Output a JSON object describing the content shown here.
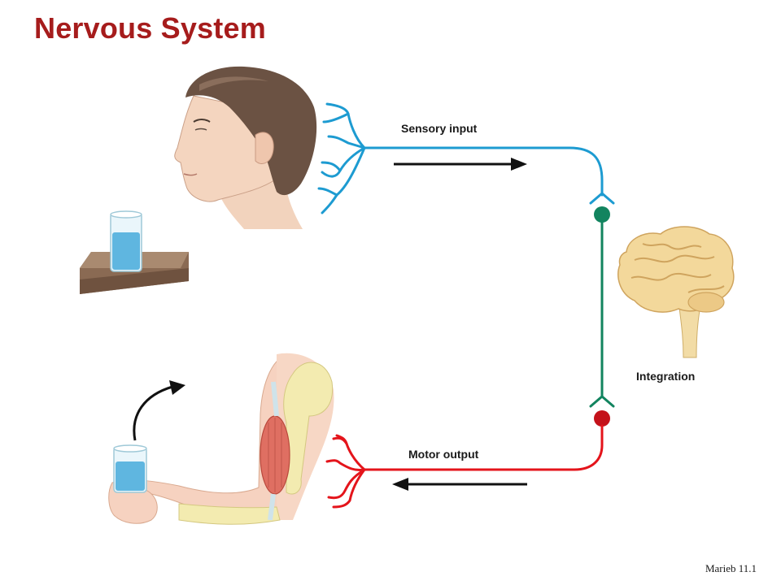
{
  "title": "Nervous System",
  "labels": {
    "sensory_input": "Sensory input",
    "integration": "Integration",
    "motor_output": "Motor output"
  },
  "caption": "Marieb 11.1",
  "colors": {
    "title": "#a61c1c",
    "sensory": "#1d9bd1",
    "integration": "#12845f",
    "motor": "#e4141b",
    "arrow": "#111111"
  },
  "illustrations": [
    "human-head",
    "glass-of-water-on-table",
    "brain",
    "arm-holding-glass"
  ]
}
